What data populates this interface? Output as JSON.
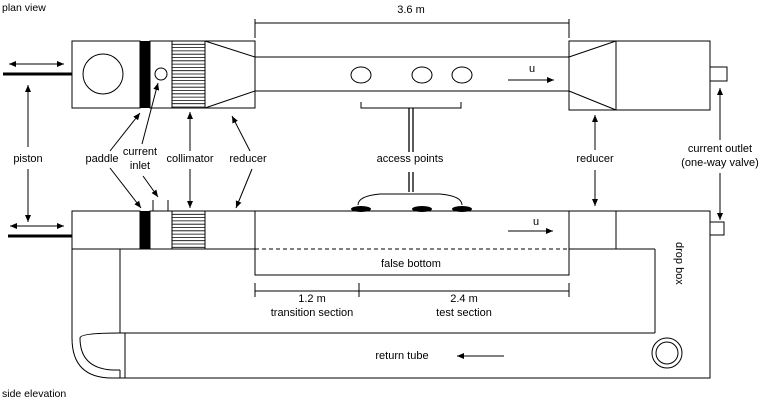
{
  "views": {
    "plan": "plan view",
    "side": "side elevation"
  },
  "labels": {
    "length_total": "3.6 m",
    "piston": "piston",
    "paddle": "paddle",
    "current_inlet_line1": "current",
    "current_inlet_line2": "inlet",
    "collimator": "collimator",
    "reducer_left": "reducer",
    "access_points": "access points",
    "reducer_right": "reducer",
    "current_outlet_line1": "current outlet",
    "current_outlet_line2": "(one-way valve)",
    "flow_u_plan": "u",
    "flow_u_side": "u",
    "false_bottom": "false bottom",
    "drop_box": "drop box",
    "transition_length": "1.2 m",
    "transition_section": "transition section",
    "test_length": "2.4 m",
    "test_section": "test section",
    "return_tube": "return tube"
  }
}
